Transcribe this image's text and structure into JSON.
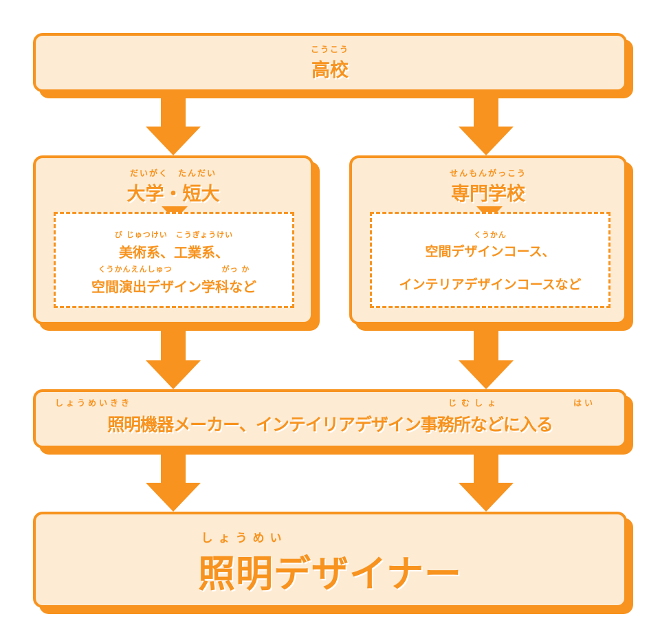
{
  "colors": {
    "accent": "#f7931e",
    "box_fill": "#fdebd4",
    "inner_fill": "#ffffff"
  },
  "high_school": {
    "ruby": "こうこう",
    "title": "高校"
  },
  "university": {
    "ruby": "だいがく　たんだい",
    "title": "大学・短大",
    "line1_ruby": "び じゅつけい　こうぎょうけい",
    "line1": "美術系、工業系、",
    "line2_ruby": "くうかんえんしゅつ　　　　　　がっ か",
    "line2": "空間演出デザイン学科など"
  },
  "vocational": {
    "ruby": "せんもんがっこう",
    "title": "専門学校",
    "line1_ruby": "くうかん",
    "line1": "空間デザインコース、",
    "line2": "インテリアデザインコースなど"
  },
  "employment": {
    "ruby_left": "しょうめいきき",
    "ruby_mid": "じむしょ",
    "ruby_right": "はい",
    "title": "照明機器メーカー、インテイリアデザイン事務所などに入る"
  },
  "goal": {
    "ruby": "しょうめい",
    "title": "照明デザイナー"
  }
}
